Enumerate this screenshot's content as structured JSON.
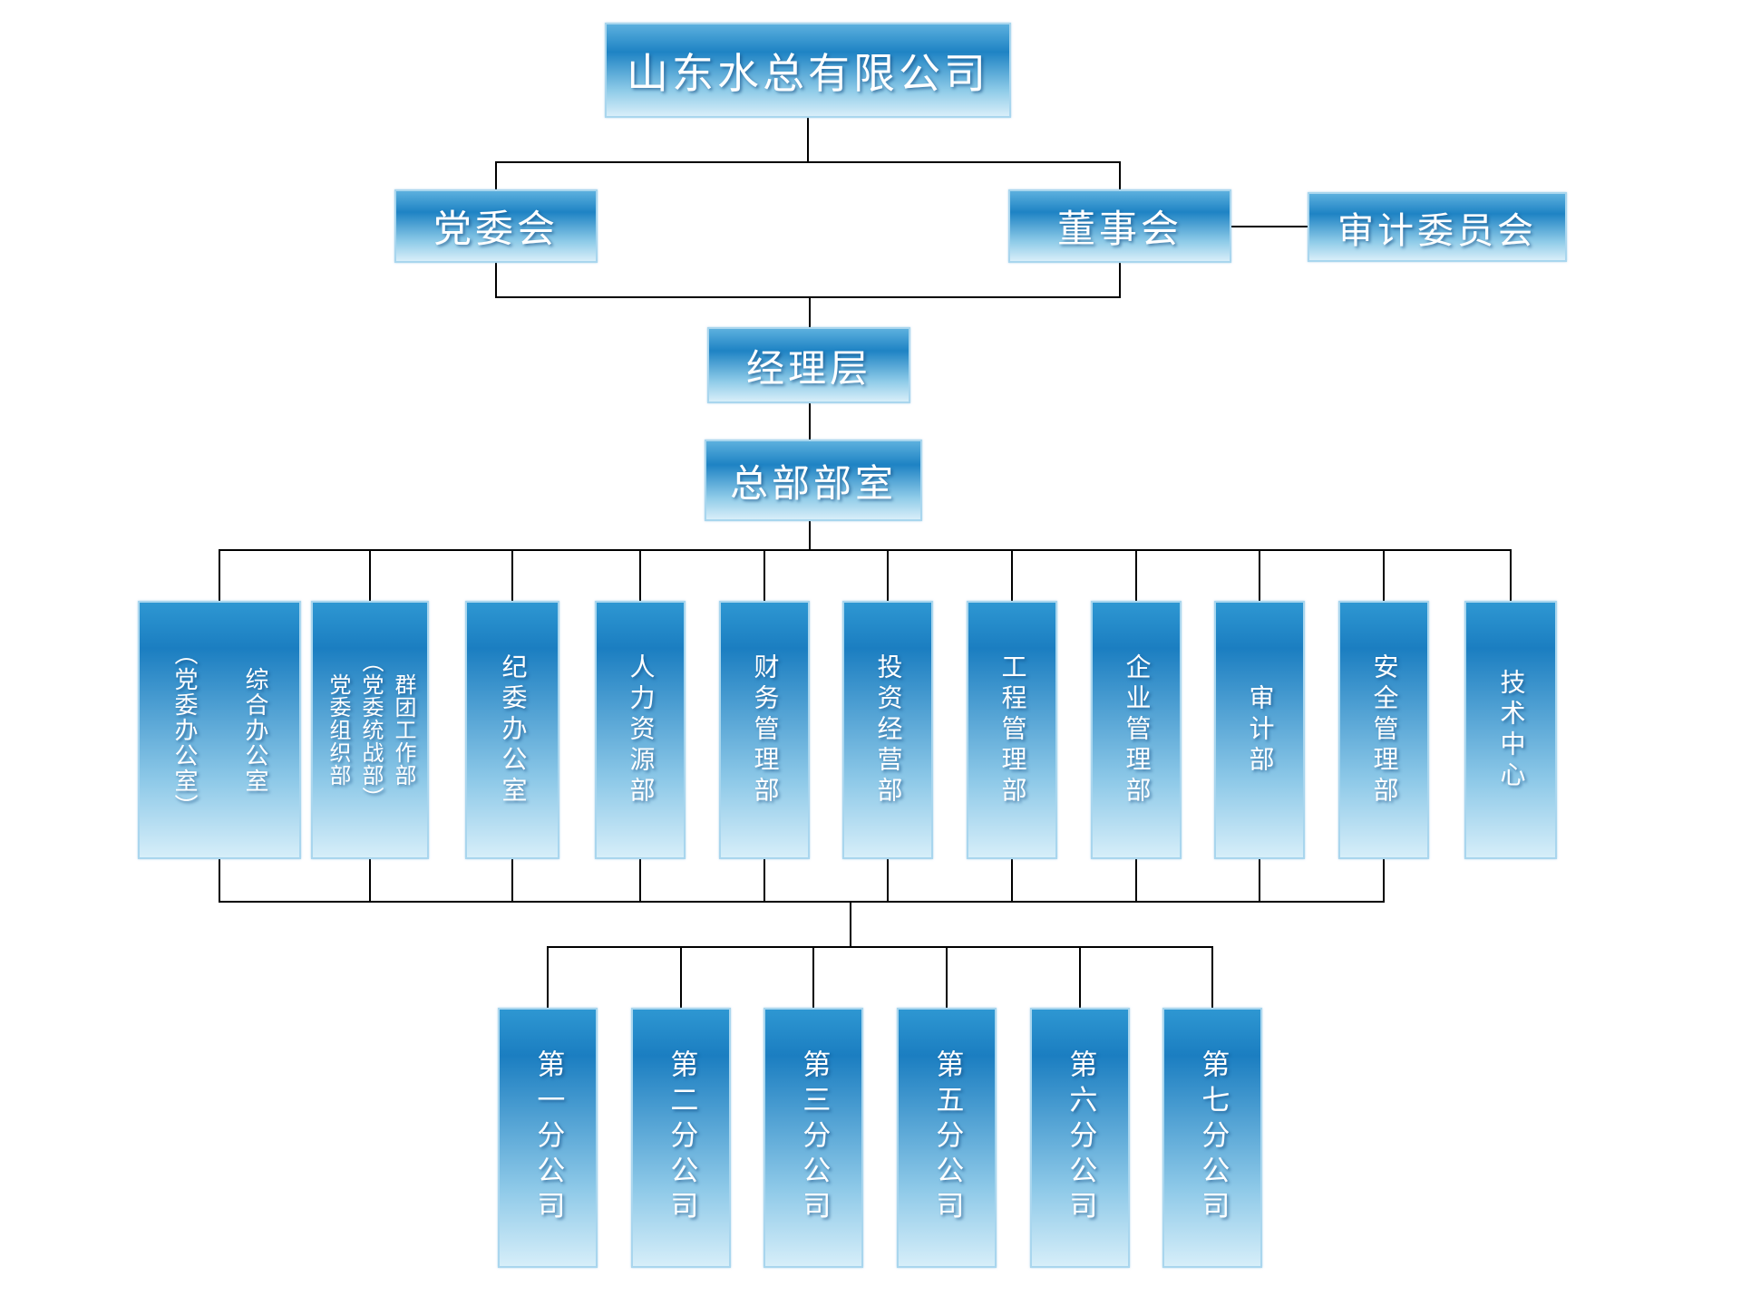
{
  "org": {
    "company": "山东水总有限公司",
    "party_committee": "党委会",
    "board": "董事会",
    "audit_committee": "审计委员会",
    "management": "经理层",
    "hq": "总部部室",
    "departments": [
      {
        "label": "综合办公室\n（党委办公室）"
      },
      {
        "label": "群团工作部\n（党委统战部）\n党委组织部"
      },
      {
        "label": "纪委办公室"
      },
      {
        "label": "人力资源部"
      },
      {
        "label": "财务管理部"
      },
      {
        "label": "投资经营部"
      },
      {
        "label": "工程管理部"
      },
      {
        "label": "企业管理部"
      },
      {
        "label": "审计部"
      },
      {
        "label": "安全管理部"
      },
      {
        "label": "技术中心"
      }
    ],
    "branches": [
      {
        "label": "第一分公司"
      },
      {
        "label": "第二分公司"
      },
      {
        "label": "第三分公司"
      },
      {
        "label": "第五分公司"
      },
      {
        "label": "第六分公司"
      },
      {
        "label": "第七分公司"
      }
    ]
  },
  "colors": {
    "box_gradient_top": "#2e97d2",
    "box_gradient_mid": "#1b7ec1",
    "box_gradient_bottom": "#d6eef9",
    "box_border": "#a9d6ee",
    "connector": "#000000",
    "text": "#ffffff",
    "background": "#ffffff"
  }
}
